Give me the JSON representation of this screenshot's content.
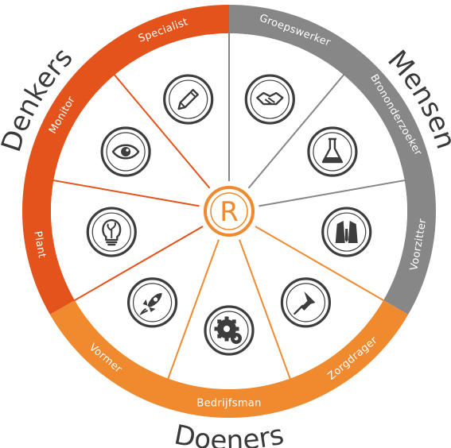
{
  "groups": {
    "denkers": {
      "label": "Denkers",
      "color": "#e4531b"
    },
    "mensen": {
      "label": "Mensen",
      "color": "#878787"
    },
    "doeners": {
      "label": "Doeners",
      "color": "#ef8a2e"
    }
  },
  "center": {
    "letter": "R",
    "color": "#ef8a2e"
  },
  "roles": [
    {
      "label": "Groepswerker",
      "group": "mensen",
      "icon": "handshake-icon"
    },
    {
      "label": "Brononderzoeker",
      "group": "mensen",
      "icon": "flask-icon"
    },
    {
      "label": "Voorzitter",
      "group": "mensen",
      "icon": "suit-icon"
    },
    {
      "label": "Zorgdrager",
      "group": "doeners",
      "icon": "pushpin-icon"
    },
    {
      "label": "Bedrijfsman",
      "group": "doeners",
      "icon": "gears-icon"
    },
    {
      "label": "Vormer",
      "group": "doeners",
      "icon": "rocket-icon"
    },
    {
      "label": "Plant",
      "group": "denkers",
      "icon": "lightbulb-icon"
    },
    {
      "label": "Monitor",
      "group": "denkers",
      "icon": "eye-icon"
    },
    {
      "label": "Specialist",
      "group": "denkers",
      "icon": "pencil-icon"
    }
  ]
}
